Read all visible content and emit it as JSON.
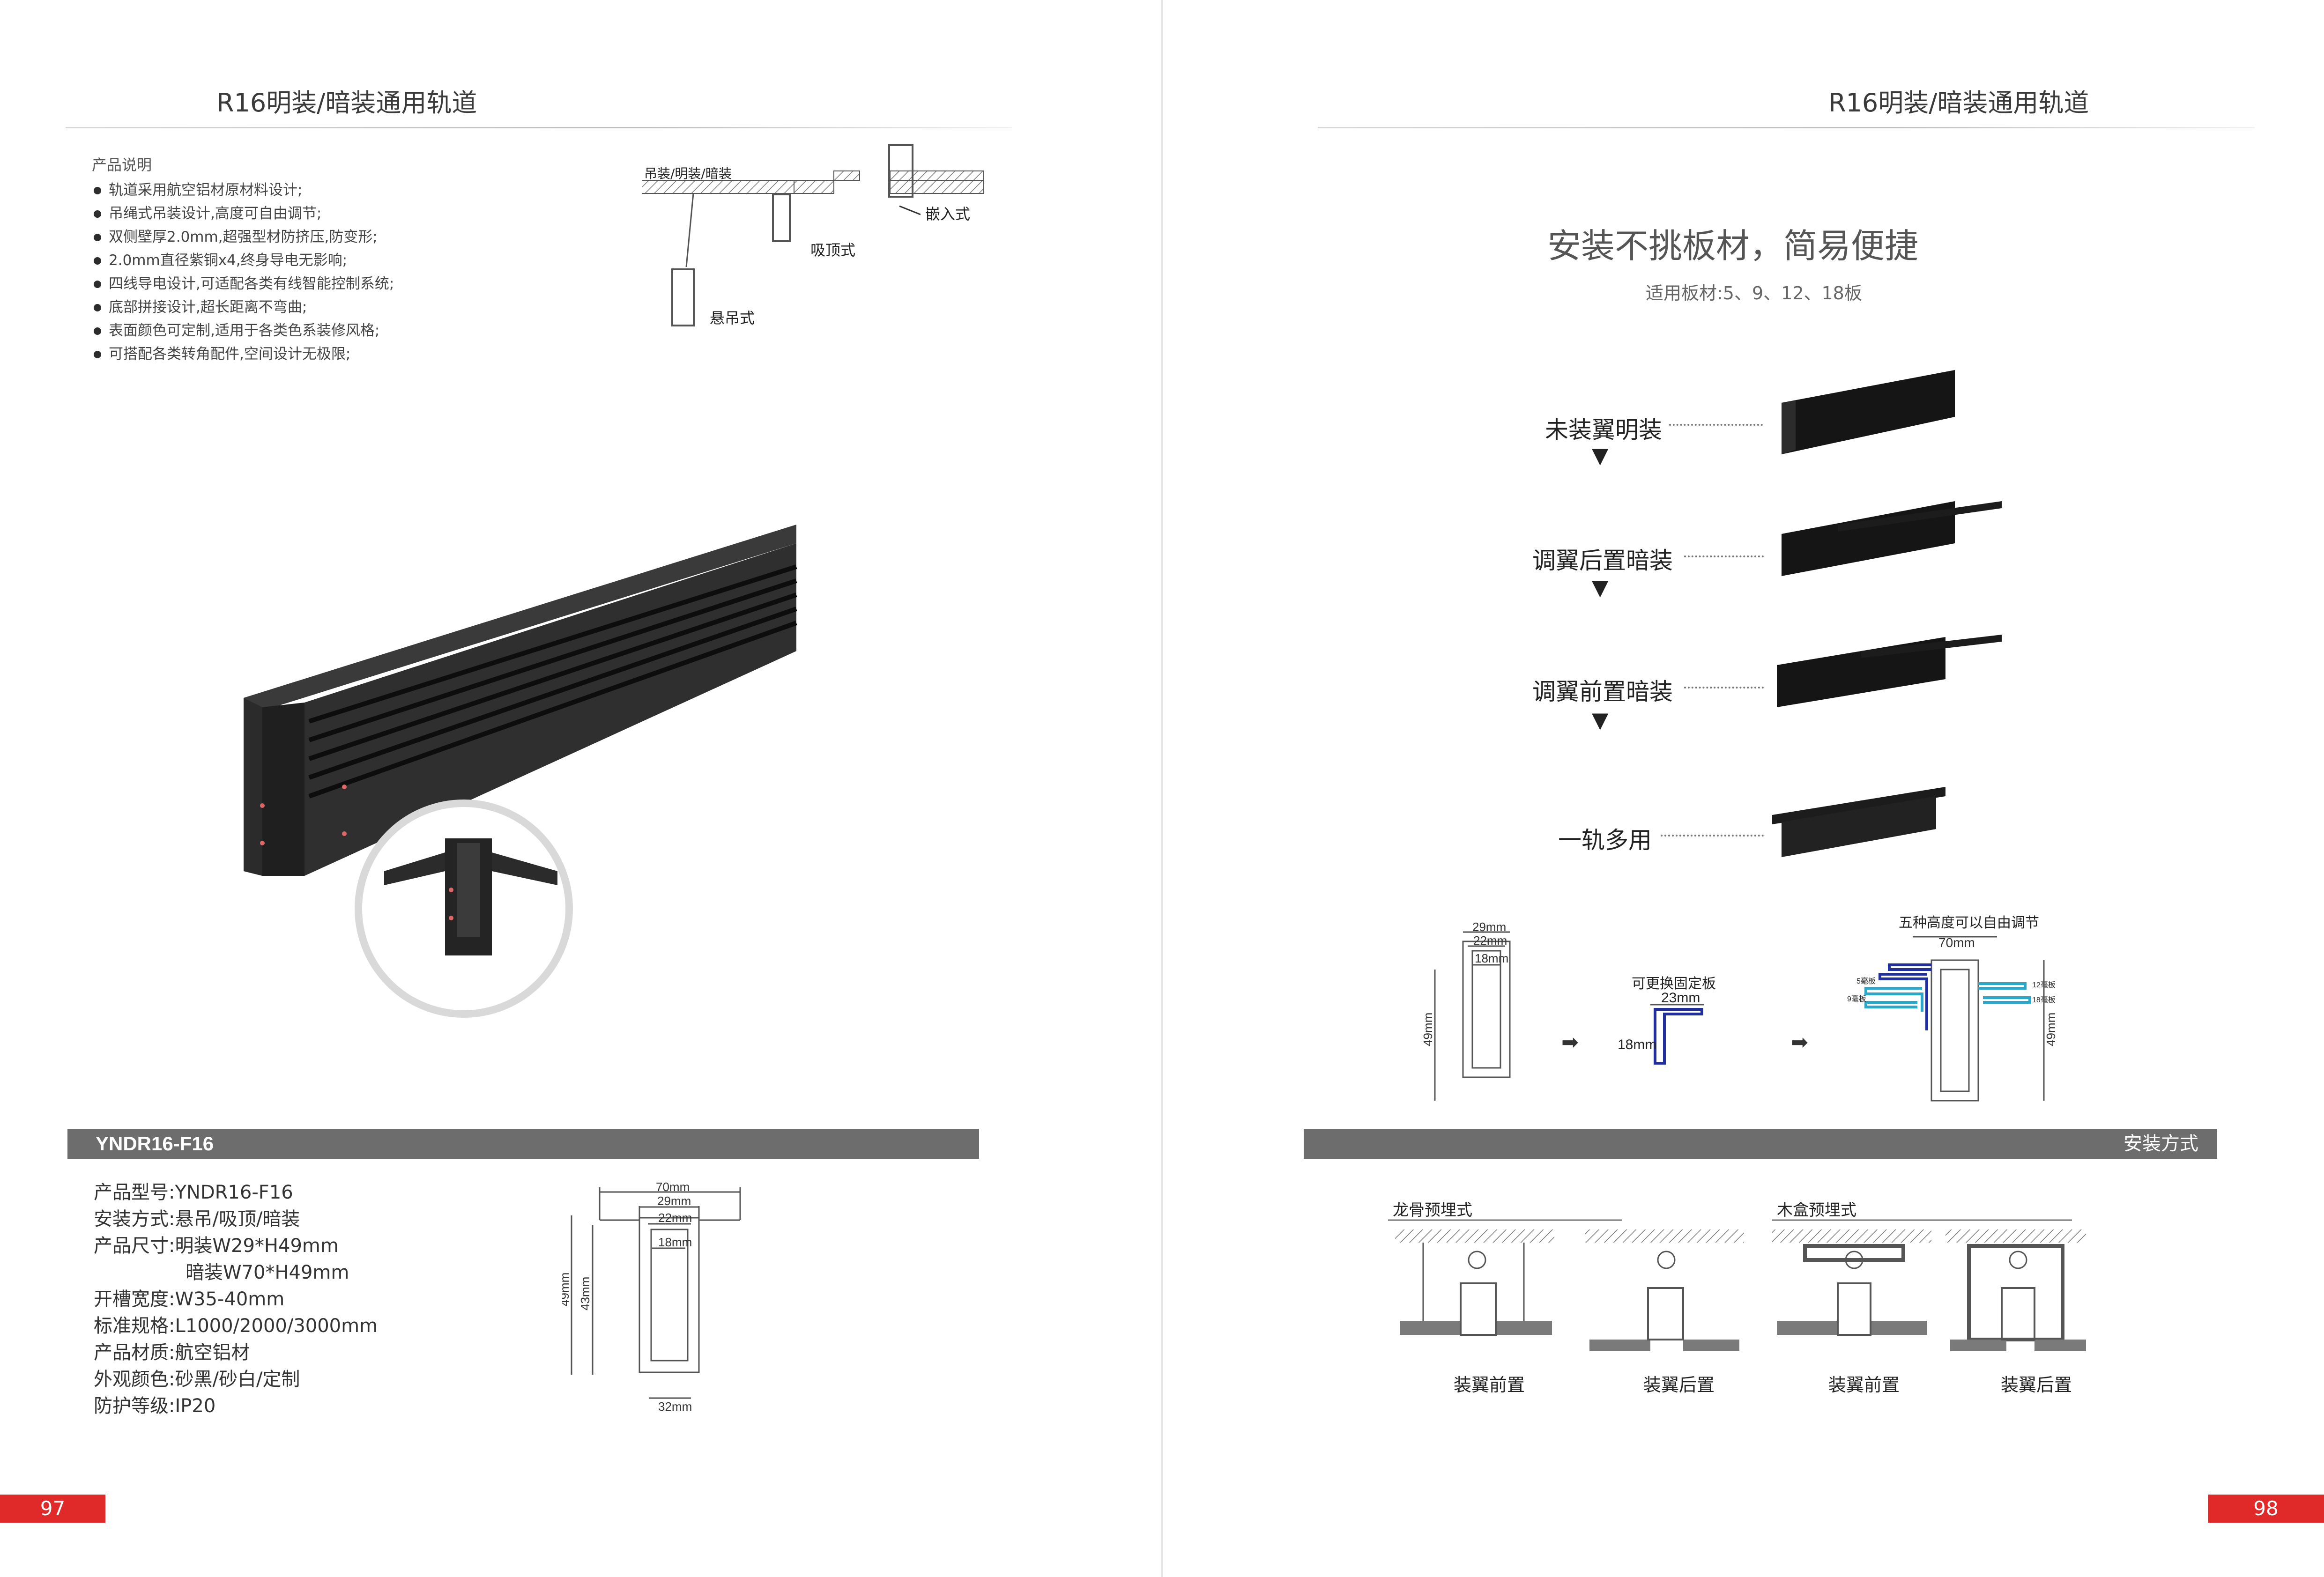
{
  "left": {
    "header": "R16明装/暗装通用轨道",
    "desc_title": "产品说明",
    "bullets": [
      "轨道采用航空铝材原材料设计;",
      "吊绳式吊装设计,高度可自由调节;",
      "双侧壁厚2.0mm,超强型材防挤压,防变形;",
      "2.0mm直径紫铜x4,终身导电无影响;",
      "四线导电设计,可适配各类有线智能控制系统;",
      "底部拼接设计,超长距离不弯曲;",
      "表面颜色可定制,适用于各类色系装修风格;",
      "可搭配各类转角配件,空间设计无极限;"
    ],
    "install_diagram": {
      "top_label": "吊装/明装/暗装",
      "embed": "嵌入式",
      "ceiling": "吸顶式",
      "pendant": "悬吊式"
    },
    "model_bar": "YNDR16-F16",
    "specs": [
      {
        "k": "产品型号:",
        "v": "YNDR16-F16"
      },
      {
        "k": "安装方式:",
        "v": "悬吊/吸顶/暗装"
      },
      {
        "k": "产品尺寸:",
        "v": "明装W29*H49mm"
      },
      {
        "k": "",
        "v": "暗装W70*H49mm"
      },
      {
        "k": "开槽宽度:",
        "v": "W35-40mm"
      },
      {
        "k": "标准规格:",
        "v": "L1000/2000/3000mm"
      },
      {
        "k": "产品材质:",
        "v": "航空铝材"
      },
      {
        "k": "外观颜色:",
        "v": "砂黑/砂白/定制"
      },
      {
        "k": "防护等级:",
        "v": "IP20"
      }
    ],
    "dims": {
      "w70": "70mm",
      "w29": "29mm",
      "w22": "22mm",
      "w18": "18mm",
      "h49": "49mm",
      "h43": "43mm",
      "w32": "32mm"
    },
    "page_no": "97"
  },
  "right": {
    "header": "R16明装/暗装通用轨道",
    "title": "安装不挑板材，简易便捷",
    "subtitle": "适用板材:5、9、12、18板",
    "steps": [
      "未装翼明装",
      "调翼后置暗装",
      "调翼前置暗装",
      "一轨多用"
    ],
    "diagram": {
      "w29": "29mm",
      "w22": "22mm",
      "w18": "18mm",
      "h49": "49mm",
      "plate_label": "可更换固定板",
      "w23": "23mm",
      "h18": "18mm",
      "five_heights": "五种高度可以自由调节",
      "w70": "70mm",
      "b5": "5毫板",
      "b9": "9毫板",
      "b12": "12毫板",
      "b18": "18毫板",
      "h49b": "49mm"
    },
    "method_bar": "安装方式",
    "methods": {
      "keel": "龙骨预埋式",
      "wood": "木盒预埋式",
      "front": "装翼前置",
      "rear": "装翼后置"
    },
    "page_no": "98"
  },
  "colors": {
    "accent": "#e02a2a",
    "bar": "#6d6d6d",
    "blue": "#1f2f9e",
    "cyan": "#2aa7c9"
  }
}
